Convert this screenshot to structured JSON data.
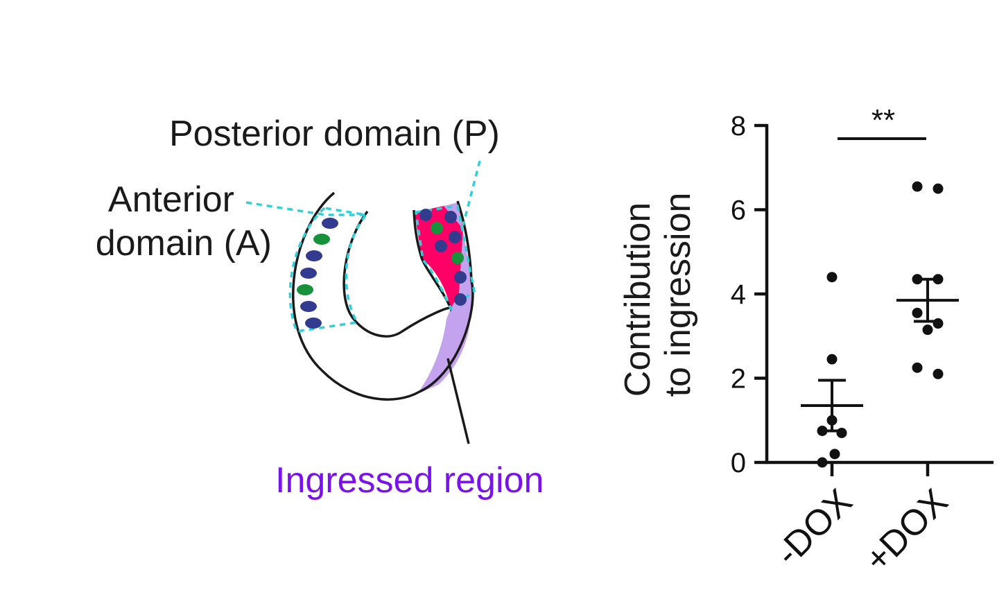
{
  "diagram": {
    "posterior_label": "Posterior domain (P)",
    "anterior_label_line1": "Anterior",
    "anterior_label_line2": "domain (A)",
    "ingressed_label": "Ingressed region",
    "colors": {
      "outline": "#1a1a1a",
      "dashed_border": "#2fd0d8",
      "nucleus_blue": "#333b8f",
      "nucleus_green": "#17923a",
      "posterior_magenta": "#ff0066",
      "ingressed_lavender": "#c4a3ee",
      "ingressed_text": "#7a12ea"
    }
  },
  "chart_data": {
    "type": "scatter",
    "ylabel_line1": "Contribution",
    "ylabel_line2": "to ingression",
    "ylim": [
      0,
      8
    ],
    "yticks": [
      "0",
      "2",
      "4",
      "6",
      "8"
    ],
    "categories": [
      "-DOX",
      "+DOX"
    ],
    "series": [
      {
        "category": "-DOX",
        "points": [
          4.4,
          2.45,
          1.0,
          0.75,
          0.7,
          0.2,
          0.0
        ],
        "mean": 1.35,
        "sem_upper": 1.95,
        "sem_lower": 0.75
      },
      {
        "category": "+DOX",
        "points": [
          6.55,
          6.5,
          4.35,
          4.35,
          3.55,
          3.3,
          3.15,
          2.25,
          2.1
        ],
        "mean": 3.85,
        "sem_upper": 4.35,
        "sem_lower": 3.35
      }
    ],
    "significance": {
      "label": "**",
      "between": [
        "-DOX",
        "+DOX"
      ]
    },
    "grid": false,
    "color": "#111111"
  }
}
